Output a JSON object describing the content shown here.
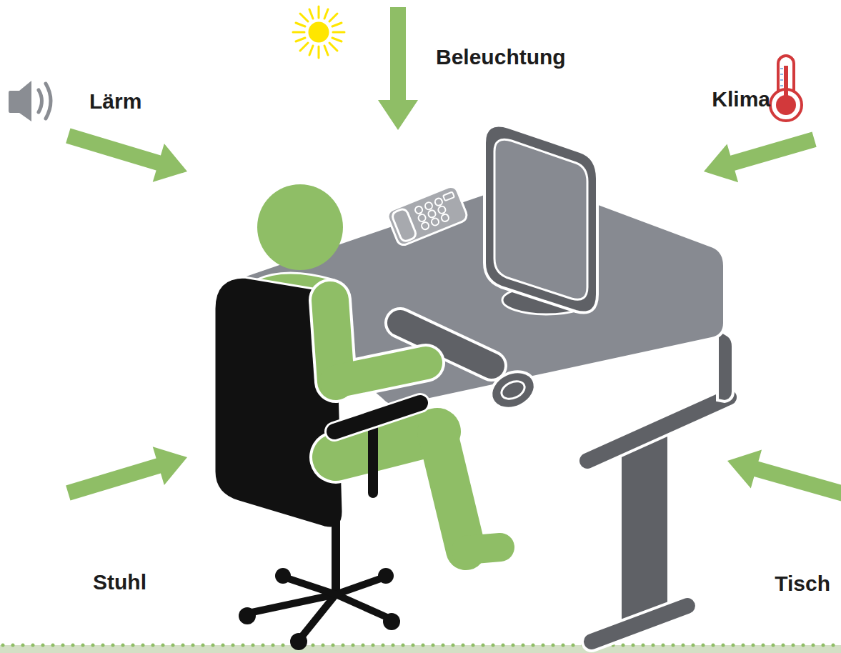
{
  "diagram": {
    "labels": [
      "Lärm",
      "Beleuchtung",
      "Klima",
      "Stuhl",
      "Tisch"
    ]
  }
}
